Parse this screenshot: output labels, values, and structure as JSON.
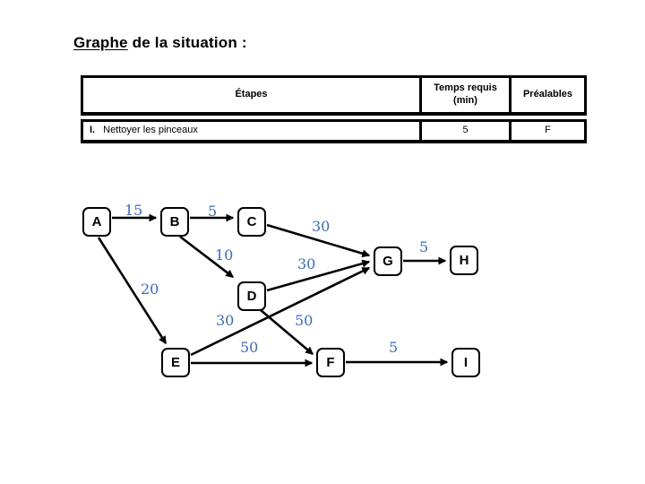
{
  "title": {
    "underlined": "Graphe",
    "rest": " de la situation :"
  },
  "table": {
    "headers": {
      "etapes": "Étapes",
      "temps": "Temps requis (min)",
      "prealables": "Préalables"
    },
    "rows": [
      {
        "num": "I.",
        "label": "Nettoyer les pinceaux",
        "temps": "5",
        "prealables": "F"
      }
    ]
  },
  "graph": {
    "nodes": [
      {
        "id": "A",
        "label": "A"
      },
      {
        "id": "B",
        "label": "B"
      },
      {
        "id": "C",
        "label": "C"
      },
      {
        "id": "D",
        "label": "D"
      },
      {
        "id": "E",
        "label": "E"
      },
      {
        "id": "F",
        "label": "F"
      },
      {
        "id": "G",
        "label": "G"
      },
      {
        "id": "H",
        "label": "H"
      },
      {
        "id": "I",
        "label": "I"
      }
    ],
    "edges": [
      {
        "from": "A",
        "to": "B",
        "weight": "15"
      },
      {
        "from": "B",
        "to": "C",
        "weight": "5"
      },
      {
        "from": "B",
        "to": "D",
        "weight": "10"
      },
      {
        "from": "A",
        "to": "E",
        "weight": "20"
      },
      {
        "from": "C",
        "to": "G",
        "weight": "30"
      },
      {
        "from": "D",
        "to": "G",
        "weight": "30"
      },
      {
        "from": "E",
        "to": "G",
        "weight": "30"
      },
      {
        "from": "D",
        "to": "F",
        "weight": "50"
      },
      {
        "from": "E",
        "to": "F",
        "weight": "50"
      },
      {
        "from": "G",
        "to": "H",
        "weight": "5"
      },
      {
        "from": "F",
        "to": "I",
        "weight": "5"
      }
    ]
  },
  "colors": {
    "edge_label_blue": "#3A6BC4",
    "node_border": "#000000",
    "background": "#FFFFFF"
  }
}
